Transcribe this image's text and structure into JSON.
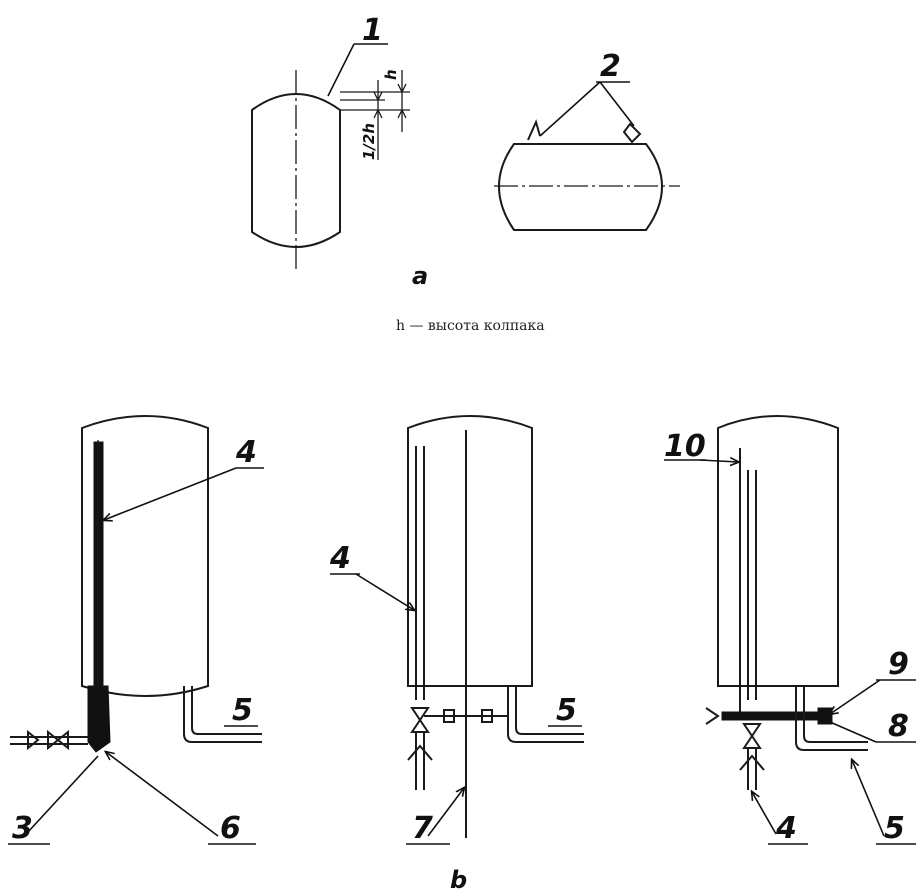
{
  "figure_a": {
    "callouts": {
      "c1": "1",
      "c2": "2"
    },
    "dimensions": {
      "h": "h",
      "half_h": "1/2h"
    },
    "label": "a"
  },
  "caption": "h — высота колпака",
  "figure_b": {
    "label": "b",
    "left_vessel": {
      "c4": "4",
      "c5": "5",
      "c3": "3",
      "c6": "6"
    },
    "middle_vessel": {
      "c4": "4",
      "c5": "5",
      "c7": "7"
    },
    "right_vessel": {
      "c10": "10",
      "c9": "9",
      "c8": "8",
      "c4": "4",
      "c5": "5"
    }
  }
}
